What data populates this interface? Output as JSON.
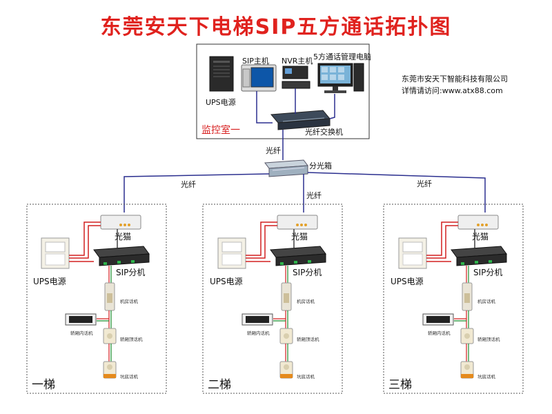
{
  "title": "东莞安天下电梯SIP五方通话拓扑图",
  "company": {
    "name": "东莞市安天下智能科技有限公司",
    "website": "详情请访问:www.atx88.com"
  },
  "control_room": {
    "name": "监控室一",
    "devices": {
      "ups": "UPS电源",
      "sip_host": "SIP主机",
      "nvr_host": "NVR主机",
      "mgmt_pc": "5方通话管理电脑",
      "fiber_switch": "光纤交换机"
    }
  },
  "fiber_label": "光纤",
  "splitter_label": "分光箱",
  "elevator_devices": {
    "modem": "光猫",
    "ups": "UPS电源",
    "sip_splitter": "SIP分机",
    "machine_room": "机房话机",
    "car_inside": "轿厢内话机",
    "car_top": "轿厢顶话机",
    "pit": "坑底话机"
  },
  "elevators": [
    {
      "label": "一梯"
    },
    {
      "label": "二梯"
    },
    {
      "label": "三梯"
    }
  ],
  "colors": {
    "title": "#e0221e",
    "fiber": "#2b2f8f",
    "power": "#d21f1f",
    "signal": "#1a8a2a"
  }
}
